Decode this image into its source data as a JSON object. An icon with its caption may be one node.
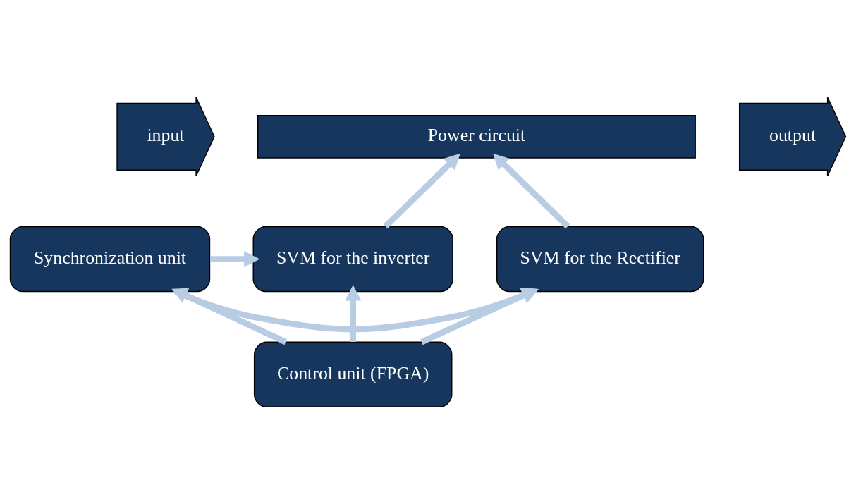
{
  "diagram": {
    "nodes": [
      {
        "text": [
          "input"
        ]
      },
      {
        "text": [
          "Power circuit"
        ]
      },
      {
        "text": [
          "output"
        ]
      },
      {
        "text": [
          "SVM for the Rectifier"
        ]
      },
      {
        "text": [
          "Synchronization unit"
        ]
      },
      {
        "text": [
          "SVM for the inverter"
        ]
      },
      {
        "text": [
          "Control unit (FPGA)"
        ]
      }
    ],
    "edges": [
      {
        "from": 3,
        "to": 1,
        "arrow": "to"
      },
      {
        "from": 5,
        "to": 1,
        "arrow": "to"
      },
      {
        "from": 4,
        "to": 3,
        "arrow": "to"
      },
      {
        "from": 4,
        "to": 5,
        "arrow": "to"
      },
      {
        "from": 6,
        "to": 4,
        "arrow": "to"
      },
      {
        "from": 6,
        "to": 3,
        "arrow": "to"
      },
      {
        "from": 6,
        "to": 5,
        "arrow": "to"
      }
    ]
  }
}
